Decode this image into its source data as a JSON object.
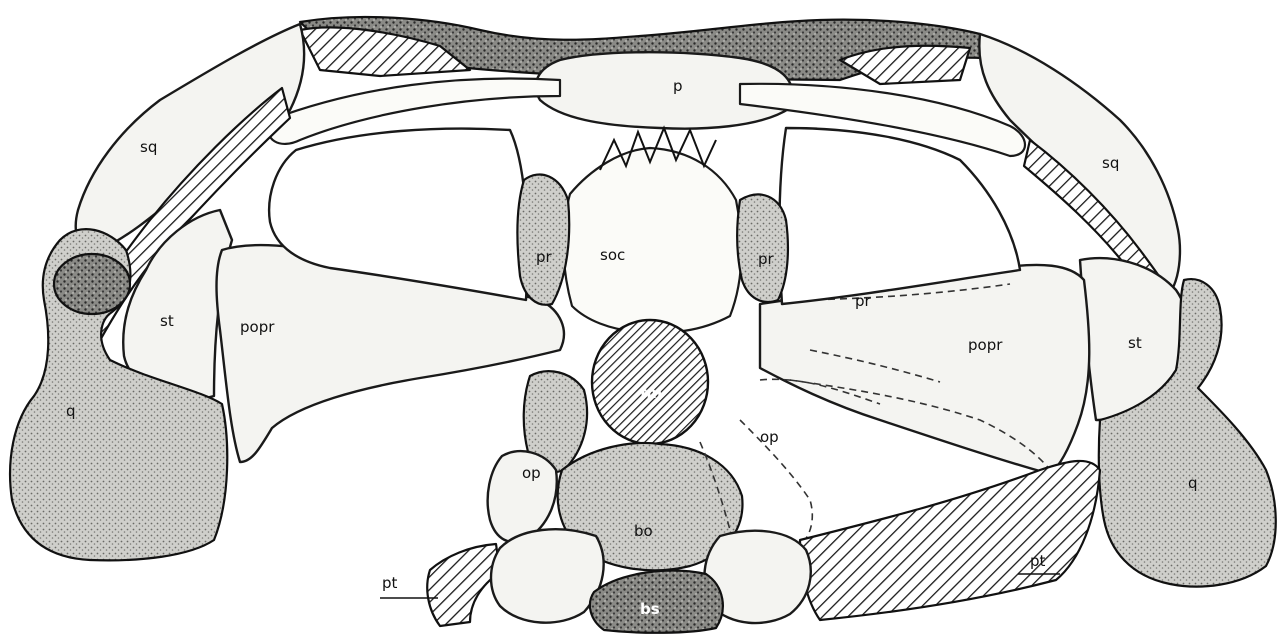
{
  "labels": {
    "p": "p",
    "sq_left": "sq",
    "sq_right": "sq",
    "pr_left": "pr",
    "pr_right": "pr",
    "pr_lower": "pr",
    "soc": "soc",
    "st_left": "st",
    "st_right": "st",
    "popr_left": "popr",
    "popr_right": "popr",
    "fm": "fm",
    "q_left": "q",
    "q_right": "q",
    "op_left": "op",
    "op_right": "op",
    "bo": "bo",
    "bs": "bs",
    "pt_left": "pt",
    "pt_right": "pt"
  }
}
